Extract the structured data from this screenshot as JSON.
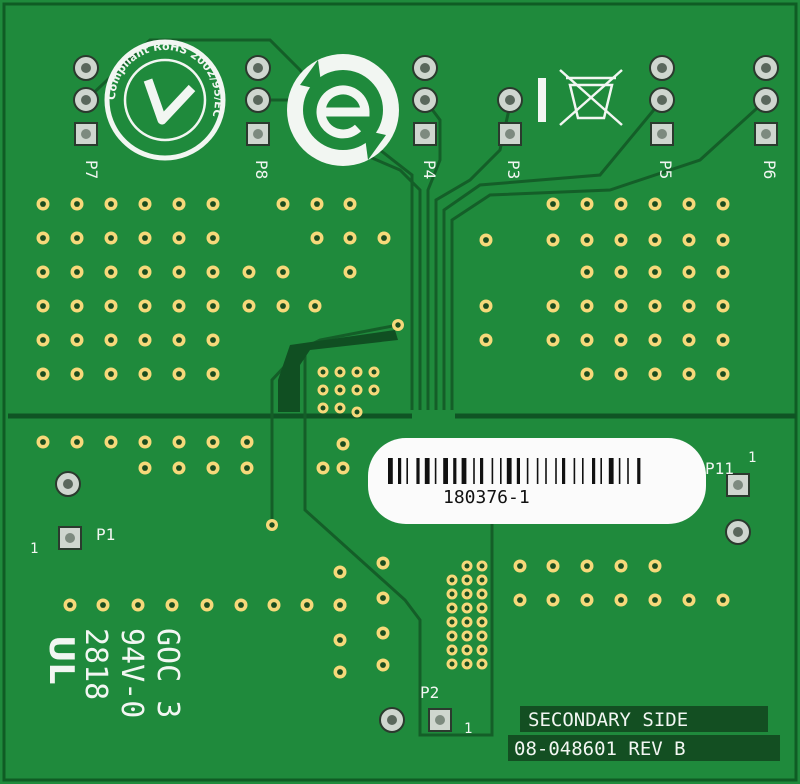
{
  "board": {
    "colors": {
      "mask": "#1f8a3c",
      "mask_dark": "#157030",
      "copper_trace": "#145e28",
      "pad": "#f6d97a",
      "pad_hole": "#1a4d20",
      "silk": "#f2f6f2",
      "label_bg": "#fbfbfb"
    },
    "connectors": {
      "p7": "P7",
      "p8": "P8",
      "p4": "P4",
      "p3": "P3",
      "p5": "P5",
      "p6": "P6",
      "p1": "P1",
      "p1_pin": "1",
      "p2": "P2",
      "p2_pin": "1",
      "p11": "P11",
      "p11_pin": "1"
    },
    "rohs_seal": "Compliant RoHS 2002/95/EC",
    "label": {
      "part_number": "180376-1"
    },
    "marking": {
      "line1": "GOC 3",
      "line2": "94V-0",
      "line3": "2818",
      "ul_mark": "UL"
    },
    "side": "SECONDARY SIDE",
    "revision": "08-048601 REV B"
  }
}
